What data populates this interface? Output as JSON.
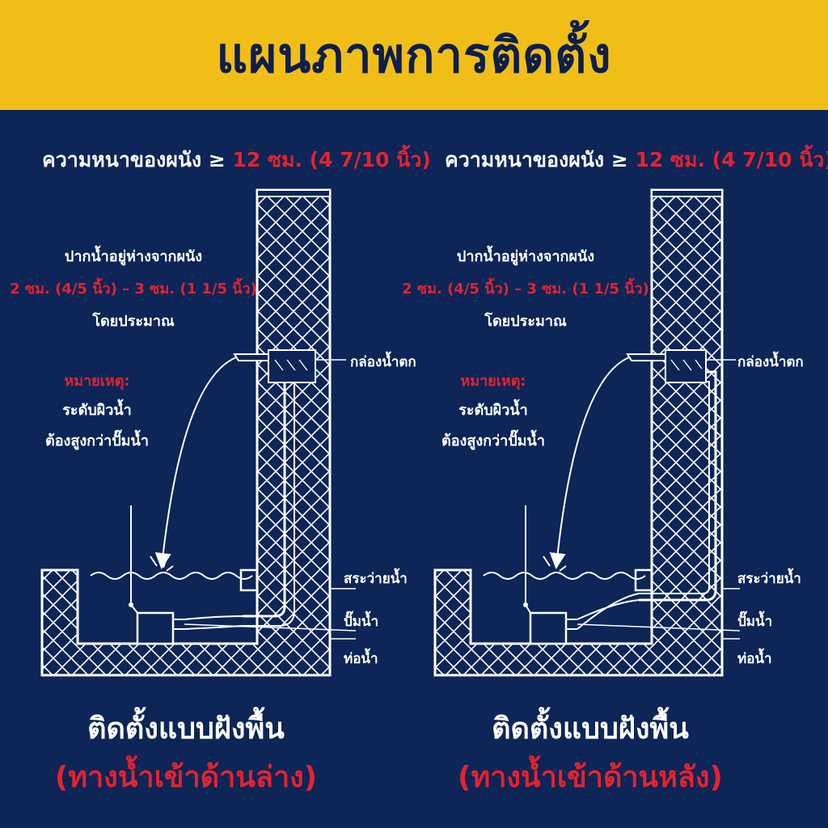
{
  "colors": {
    "background": "#0d2557",
    "header_background": "#f1be18",
    "header_text": "#0d1f4a",
    "accent_red": "#e3232e",
    "text": "#ffffff"
  },
  "header": {
    "title": "แผนภาพการติดตั้ง"
  },
  "panels": [
    {
      "wall_thickness": {
        "label": "ความหนาของผนัง ≥",
        "value": "12 ซม. (4 7/10 นิ้ว)"
      },
      "outlet_distance": {
        "line1": "ปากน้ำอยู่ห่างจากผนัง",
        "line2": "2 ซม. (4/5 นิ้ว) – 3 ซม. (1 1/5 นิ้ว)",
        "line3": "โดยประมาณ"
      },
      "note": {
        "title": "หมายเหตุ:",
        "line1": "ระดับผิวน้ำ",
        "line2": "ต้องสูงกว่าปั๊มน้ำ"
      },
      "labels": {
        "box": "กล่องน้ำตก",
        "pool": "สระว่ายน้ำ",
        "pump": "ปั๊มน้ำ",
        "pipe": "ท่อน้ำ"
      },
      "caption": {
        "line1": "ติดตั้งแบบฝังพื้น",
        "line2": "(ทางน้ำเข้าด้านล่าง)"
      }
    },
    {
      "wall_thickness": {
        "label": "ความหนาของผนัง ≥",
        "value": "12 ซม. (4 7/10 นิ้ว)"
      },
      "outlet_distance": {
        "line1": "ปากน้ำอยู่ห่างจากผนัง",
        "line2": "2 ซม. (4/5 นิ้ว) – 3 ซม. (1 1/5 นิ้ว)",
        "line3": "โดยประมาณ"
      },
      "note": {
        "title": "หมายเหตุ:",
        "line1": "ระดับผิวน้ำ",
        "line2": "ต้องสูงกว่าปั๊มน้ำ"
      },
      "labels": {
        "box": "กล่องน้ำตก",
        "pool": "สระว่ายน้ำ",
        "pump": "ปั๊มน้ำ",
        "pipe": "ท่อน้ำ"
      },
      "caption": {
        "line1": "ติดตั้งแบบฝังพื้น",
        "line2": "(ทางน้ำเข้าด้านหลัง)"
      }
    }
  ]
}
